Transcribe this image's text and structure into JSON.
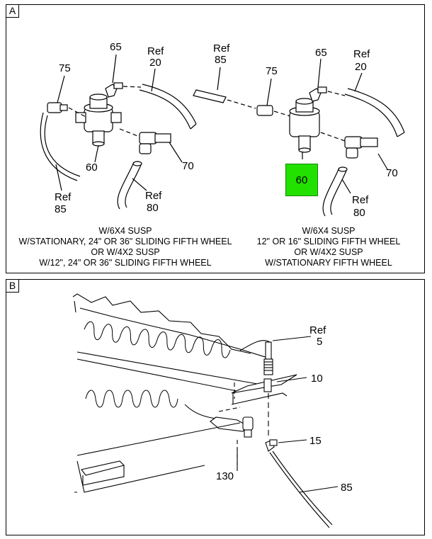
{
  "panel_a": {
    "label": "A",
    "left": {
      "callouts": {
        "c75": "75",
        "c65": "65",
        "ref20a": "Ref",
        "ref20b": "20",
        "c60": "60",
        "c70": "70",
        "ref85a": "Ref",
        "ref85b": "85",
        "ref80a": "Ref",
        "ref80b": "80"
      },
      "caption": "W/6X4 SUSP\nW/STATIONARY, 24\" OR 36\" SLIDING FIFTH WHEEL\nOR W/4X2 SUSP\nW/12\", 24\" OR 36\" SLIDING FIFTH WHEEL"
    },
    "right": {
      "callouts": {
        "ref85a": "Ref",
        "ref85b": "85",
        "c75": "75",
        "c65": "65",
        "ref20a": "Ref",
        "ref20b": "20",
        "c60": "60",
        "c70": "70",
        "ref80a": "Ref",
        "ref80b": "80"
      },
      "caption": "W/6X4 SUSP\n12\" OR 16\" SLIDING FIFTH WHEEL\nOR W/4X2 SUSP\nW/STATIONARY FIFTH WHEEL"
    },
    "highlight_color": "#22e000"
  },
  "panel_b": {
    "label": "B",
    "callouts": {
      "ref5a": "Ref",
      "ref5b": "5",
      "c10": "10",
      "c15": "15",
      "c85": "85",
      "c130": "130"
    }
  }
}
